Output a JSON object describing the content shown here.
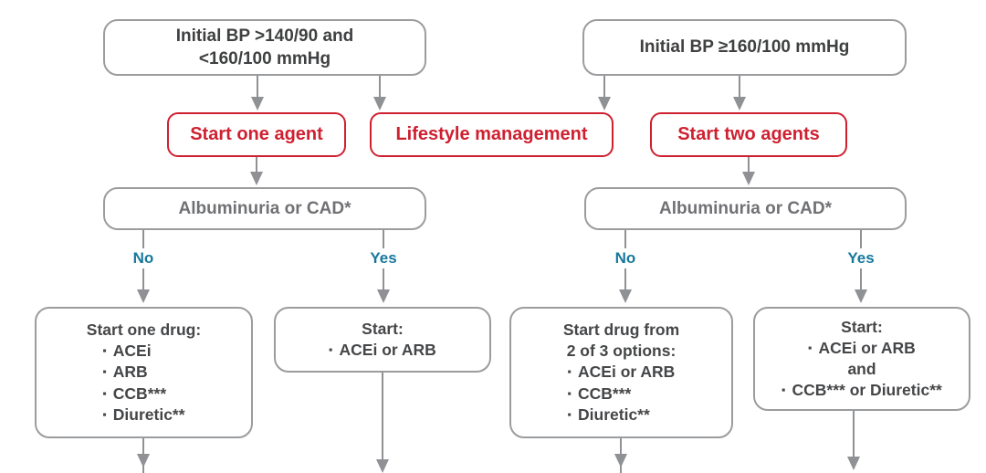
{
  "glyphs": {
    "bullet": "▪"
  },
  "palette": {
    "accent_red": "#cf2030",
    "decision_teal": "#16789d",
    "box_border_gray": "#9a9c9e",
    "dark_text": "#3f4041",
    "muted_text": "#707174",
    "connector_gray": "#8f9194",
    "background": "#ffffff"
  },
  "nodes": {
    "bp_moderate": {
      "line1": "Initial BP >140/90 and",
      "line2": "<160/100 mmHg"
    },
    "bp_severe": {
      "label": "Initial BP ≥160/100 mmHg"
    },
    "start_one_agent": {
      "label": "Start one agent"
    },
    "lifestyle": {
      "label": "Lifestyle management"
    },
    "start_two_agents": {
      "label": "Start two agents"
    },
    "albuminuria_left": {
      "label": "Albuminuria or CAD*"
    },
    "albuminuria_right": {
      "label": "Albuminuria or CAD*"
    },
    "rx_one_drug": {
      "heading": "Start one drug:",
      "items": [
        "ACEi",
        "ARB",
        "CCB***",
        "Diuretic**"
      ]
    },
    "rx_acei_arb": {
      "heading": "Start:",
      "items": [
        "ACEi or ARB"
      ]
    },
    "rx_two_of_three": {
      "heading_line1": "Start drug from",
      "heading_line2": "2 of 3 options:",
      "items": [
        "ACEi or ARB",
        "CCB***",
        "Diuretic**"
      ]
    },
    "rx_combo": {
      "heading": "Start:",
      "items": [
        "ACEi or ARB",
        "CCB*** or Diuretic**"
      ],
      "conjunction": "and"
    }
  },
  "edge_labels": {
    "no_left": "No",
    "yes_left": "Yes",
    "no_right": "No",
    "yes_right": "Yes"
  }
}
